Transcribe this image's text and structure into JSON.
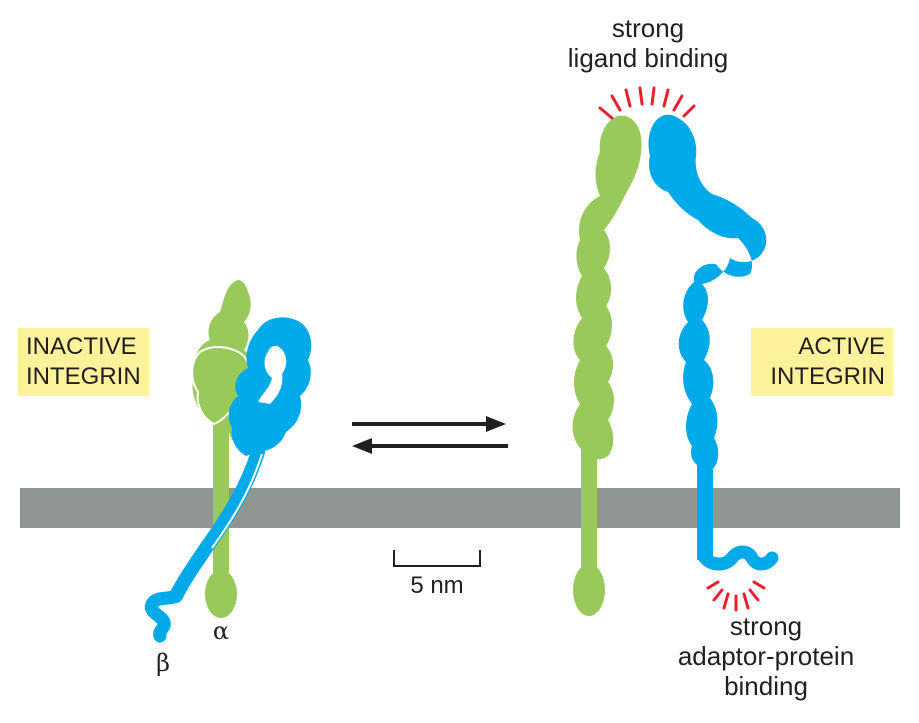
{
  "inactive_label": [
    "INACTIVE",
    "INTEGRIN"
  ],
  "active_label": [
    "ACTIVE",
    "INTEGRIN"
  ],
  "top_annotation": [
    "strong",
    "ligand binding"
  ],
  "bottom_annotation": [
    "strong",
    "adaptor-protein",
    "binding"
  ],
  "scale_bar": "5 nm",
  "alpha": "α",
  "beta": "β",
  "colors": {
    "alpha_subunit": "#98c95a",
    "beta_subunit": "#00a9e7",
    "membrane": "#8f9591",
    "label_box": "#fdf29c",
    "arrows": "#231f20",
    "binding_marks": "#e8202a"
  }
}
